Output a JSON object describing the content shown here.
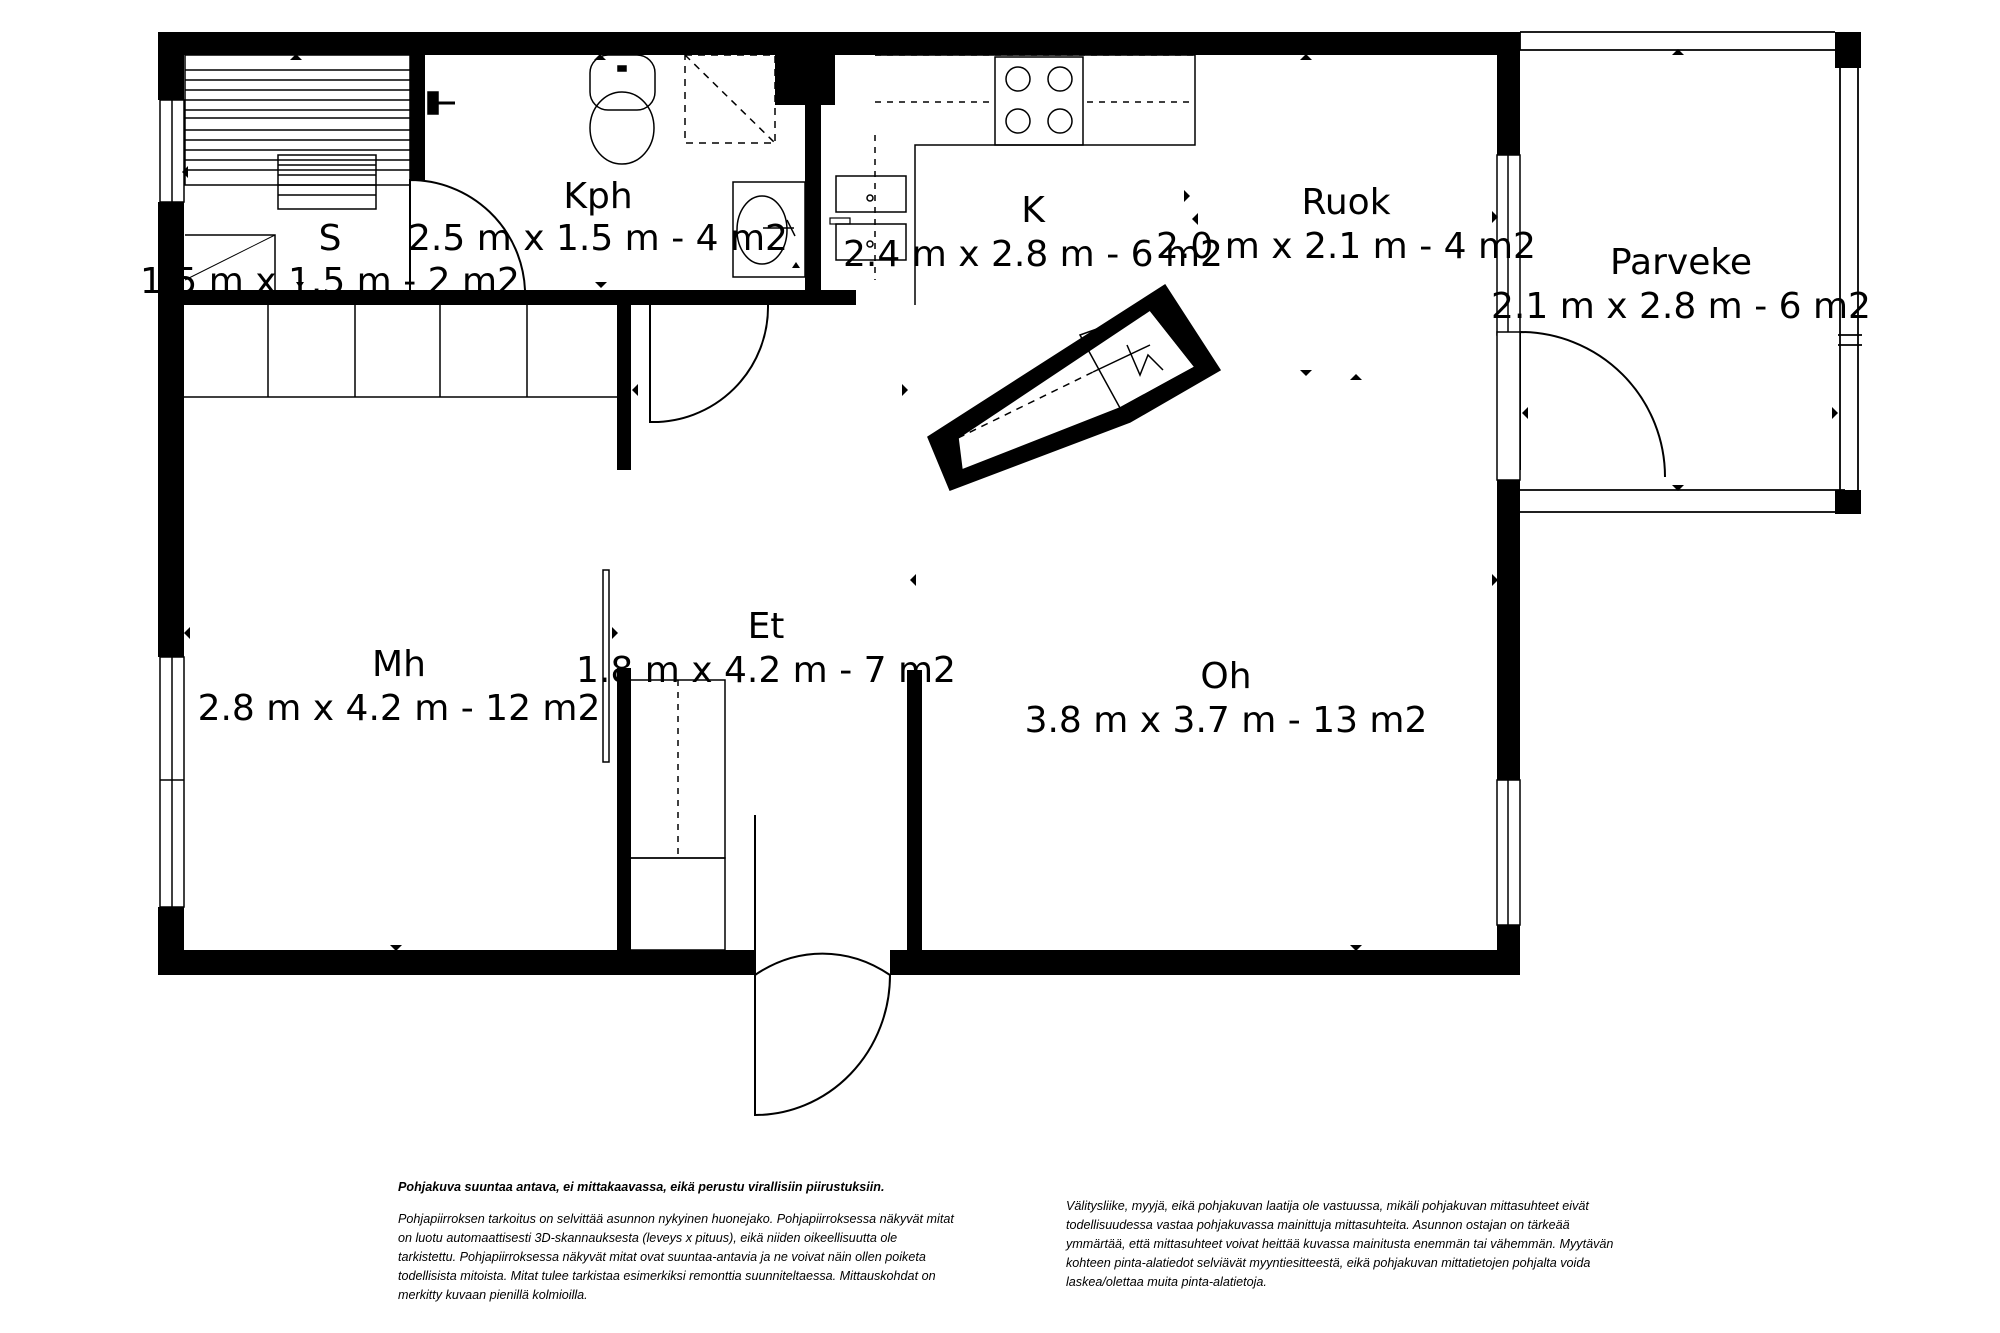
{
  "rooms": [
    {
      "id": "sauna",
      "name": "S",
      "dims": "1.5 m x 1.5 m - 2 m2"
    },
    {
      "id": "bathroom",
      "name": "Kph",
      "dims": "2.5 m x 1.5 m - 4 m2"
    },
    {
      "id": "kitchen",
      "name": "K",
      "dims": "2.4 m x 2.8 m - 6 m2"
    },
    {
      "id": "dining",
      "name": "Ruok",
      "dims": "2.0 m x 2.1 m - 4 m2"
    },
    {
      "id": "balcony",
      "name": "Parveke",
      "dims": "2.1 m x 2.8 m - 6 m2"
    },
    {
      "id": "bedroom",
      "name": "Mh",
      "dims": "2.8 m x 4.2 m - 12 m2"
    },
    {
      "id": "hall",
      "name": "Et",
      "dims": "1.8 m x 4.2 m - 7 m2"
    },
    {
      "id": "living",
      "name": "Oh",
      "dims": "3.8 m x 3.7 m - 13 m2"
    }
  ],
  "disclaimer": {
    "left_heading": "Pohjakuva suuntaa antava, ei mittakaavassa, eikä perustu virallisiin piirustuksiin.",
    "left_body": "Pohjapiirroksen tarkoitus on selvittää asunnon nykyinen huonejako. Pohjapiirroksessa näkyvät mitat on luotu automaattisesti 3D-skannauksesta (leveys x pituus), eikä niiden oikeellisuutta ole tarkistettu. Pohjapiirroksessa näkyvät mitat ovat suuntaa-antavia ja ne voivat näin ollen poiketa todellisista mitoista. Mitat tulee tarkistaa esimerkiksi remonttia suunniteltaessa. Mittauskohdat on merkitty kuvaan pienillä kolmioilla.",
    "right_body": "Välitysliike, myyjä, eikä pohjakuvan laatija ole vastuussa, mikäli pohjakuvan mittasuhteet eivät todellisuudessa vastaa pohjakuvassa mainittuja mittasuhteita. Asunnon ostajan on tärkeää ymmärtää, että mittasuhteet voivat heittää kuvassa mainitusta enemmän tai vähemmän. Myytävän kohteen pinta-alatiedot selviävät myyntiesitteestä, eikä pohjakuvan mittatietojen pohjalta voida laskea/olettaa muita pinta-alatietoja."
  }
}
